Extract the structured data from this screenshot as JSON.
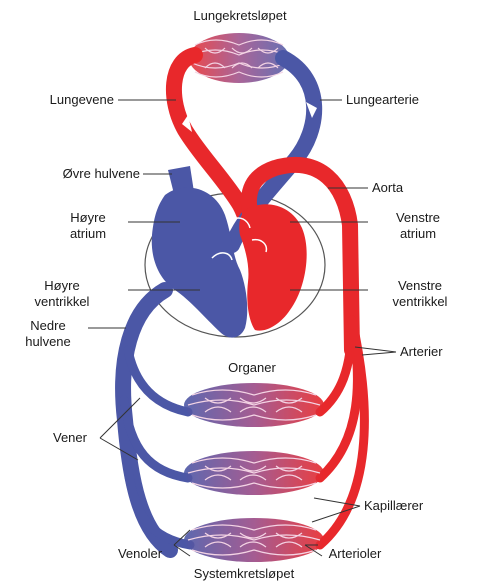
{
  "labels": {
    "lungekretslopet": "Lungekretsløpet",
    "lungevene": "Lungevene",
    "lungearterie": "Lungearterie",
    "ovre_hulvene": "Øvre hulvene",
    "aorta": "Aorta",
    "hoyre_atrium_1": "Høyre",
    "hoyre_atrium_2": "atrium",
    "venstre_atrium_1": "Venstre",
    "venstre_atrium_2": "atrium",
    "hoyre_ventrikkel_1": "Høyre",
    "hoyre_ventrikkel_2": "ventrikkel",
    "venstre_ventrikkel_1": "Venstre",
    "venstre_ventrikkel_2": "ventrikkel",
    "nedre_hulvene_1": "Nedre",
    "nedre_hulvene_2": "hulvene",
    "arterier": "Arterier",
    "organer": "Organer",
    "vener": "Vener",
    "kapillaerer": "Kapillærer",
    "venoler": "Venoler",
    "arterioler": "Arterioler",
    "systemkretslopet": "Systemkretsløpet"
  },
  "colors": {
    "oxygen_poor_blood": "#4b57a6",
    "oxygen_rich_blood": "#e8282b",
    "capillary_mix": "#9a4a86"
  }
}
